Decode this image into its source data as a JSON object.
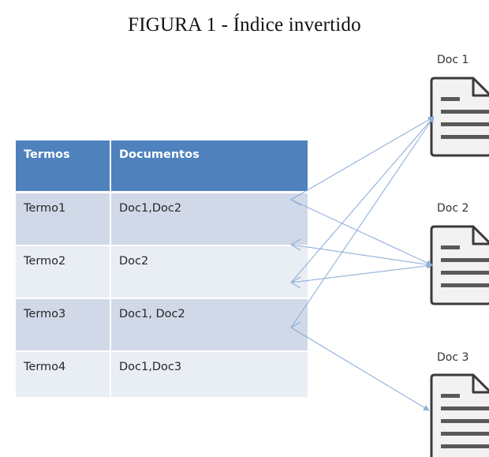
{
  "figure": {
    "title": "FIGURA 1 - Índice invertido"
  },
  "table": {
    "headers": [
      "Termos",
      "Documentos"
    ],
    "rows": [
      {
        "term": "Termo1",
        "docs": "Doc1,Doc2"
      },
      {
        "term": "Termo2",
        "docs": "Doc2"
      },
      {
        "term": "Termo3",
        "docs": "Doc1, Doc2"
      },
      {
        "term": "Termo4",
        "docs": "Doc1,Doc3"
      }
    ]
  },
  "documents": [
    {
      "label": "Doc 1"
    },
    {
      "label": "Doc 2"
    },
    {
      "label": "Doc 3"
    }
  ],
  "links": [
    {
      "term": "Termo1",
      "doc": "Doc 1"
    },
    {
      "term": "Termo1",
      "doc": "Doc 2"
    },
    {
      "term": "Termo2",
      "doc": "Doc 2"
    },
    {
      "term": "Termo3",
      "doc": "Doc 1"
    },
    {
      "term": "Termo3",
      "doc": "Doc 2"
    },
    {
      "term": "Termo4",
      "doc": "Doc 1"
    },
    {
      "term": "Termo4",
      "doc": "Doc 3"
    }
  ],
  "colors": {
    "header_fill": "#4f81bd",
    "row_band_dark": "#d1d9e8",
    "row_band_light": "#e9edf4",
    "connector": "#8fb0d8",
    "doc_fill": "#f2f2f2",
    "doc_stroke": "#3a3a3a",
    "doc_lines": "#595959"
  }
}
